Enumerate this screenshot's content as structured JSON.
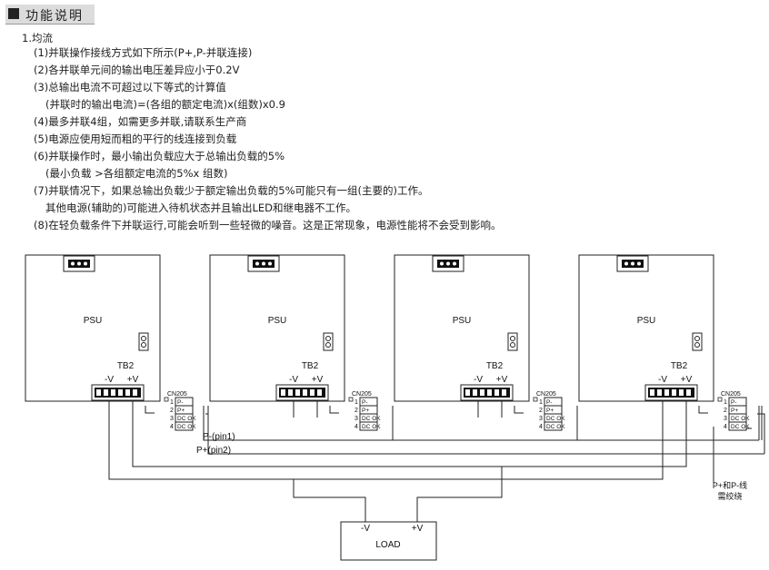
{
  "section": {
    "title": "功能说明"
  },
  "subsection": {
    "title": "1.均流"
  },
  "notes": [
    "(1)并联操作接线方式如下所示(P+,P-并联连接)",
    "(2)各并联单元间的输出电压差异应小于0.2V",
    "(3)总输出电流不可超过以下等式的计算值",
    "(并联时的输出电流)=(各组的额定电流)x(组数)x0.9",
    "(4)最多并联4组，如需更多并联,请联系生产商",
    "(5)电源应使用短而粗的平行的线连接到负载",
    "(6)并联操作时，最小输出负载应大于总输出负载的5%",
    "(最小负载 >各组额定电流的5%x 组数)",
    "(7)并联情况下，如果总输出负载少于额定输出负载的5%可能只有一组(主要的)工作。",
    "其他电源(辅助的)可能进入待机状态并且输出LED和继电器不工作。",
    "(8)在轻负载条件下并联运行,可能会听到一些轻微的噪音。这是正常现象，电源性能将不会受到影响。"
  ],
  "diagram": {
    "psu_label": "PSU",
    "tb_label": "TB2",
    "neg_label": "-V",
    "pos_label": "+V",
    "cn_label": "CN205",
    "pins": [
      {
        "num": "1",
        "label": "P-"
      },
      {
        "num": "2",
        "label": "P+"
      },
      {
        "num": "3",
        "label": "DC OK"
      },
      {
        "num": "4",
        "label": "DC OK"
      }
    ],
    "pin1_label": "P-(pin1)",
    "pin2_label": "P+(pin2)",
    "twist_note": [
      "P+和P-线",
      "需绞绕"
    ],
    "load": {
      "label": "LOAD",
      "neg": "-V",
      "pos": "+V"
    }
  }
}
